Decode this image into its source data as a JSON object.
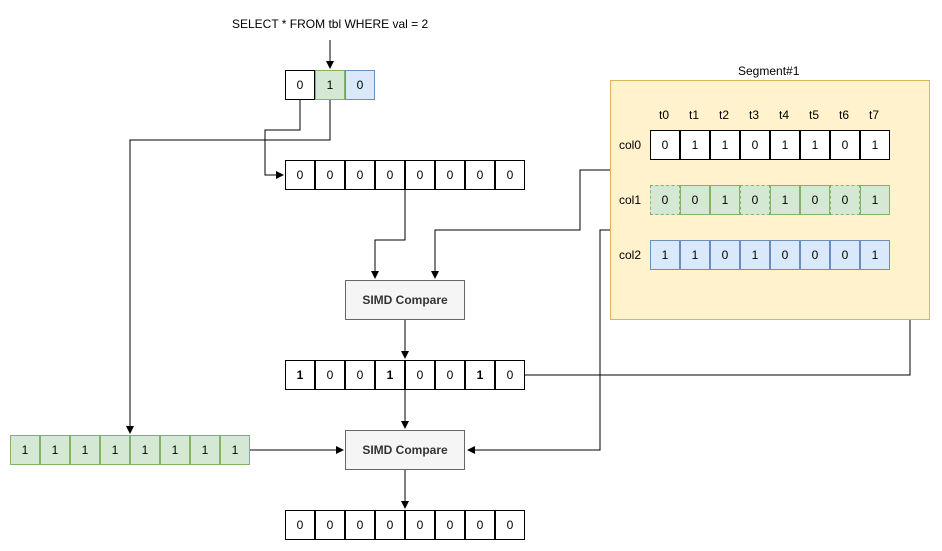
{
  "query": "SELECT * FROM tbl WHERE val = 2",
  "encoded_value": [
    "0",
    "1",
    "0"
  ],
  "broadcast_zero": [
    "0",
    "0",
    "0",
    "0",
    "0",
    "0",
    "0",
    "0"
  ],
  "simd_label": "SIMD Compare",
  "compare1_result": [
    "1",
    "0",
    "0",
    "1",
    "0",
    "0",
    "1",
    "0"
  ],
  "broadcast_one": [
    "1",
    "1",
    "1",
    "1",
    "1",
    "1",
    "1",
    "1"
  ],
  "final_result": [
    "0",
    "0",
    "0",
    "0",
    "0",
    "0",
    "0",
    "0"
  ],
  "segment": {
    "title": "Segment#1",
    "headers": [
      "t0",
      "t1",
      "t2",
      "t3",
      "t4",
      "t5",
      "t6",
      "t7"
    ],
    "rows": [
      {
        "name": "col0",
        "values": [
          "0",
          "1",
          "1",
          "0",
          "1",
          "1",
          "0",
          "1"
        ]
      },
      {
        "name": "col1",
        "values": [
          "0",
          "0",
          "1",
          "0",
          "1",
          "0",
          "0",
          "1"
        ]
      },
      {
        "name": "col2",
        "values": [
          "1",
          "1",
          "0",
          "1",
          "0",
          "0",
          "0",
          "1"
        ]
      }
    ]
  }
}
